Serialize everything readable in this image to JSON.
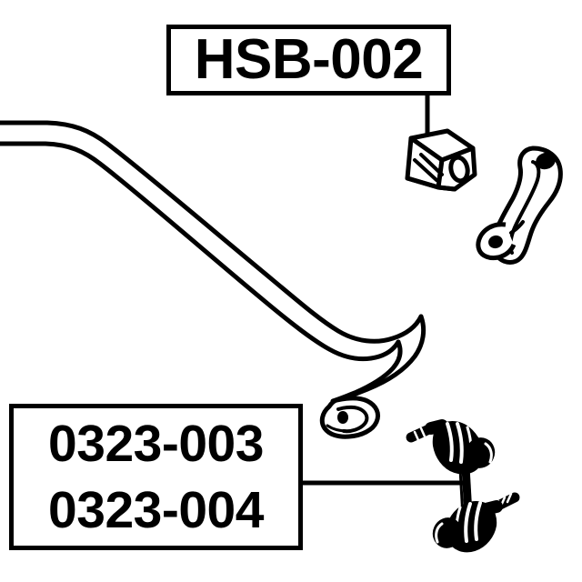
{
  "diagram": {
    "type": "automotive-parts-exploded-diagram",
    "subject": "Front stabilizer (sway) bar with bushing and stabilizer links",
    "background_color": "#ffffff",
    "line_color": "#000000",
    "callouts": [
      {
        "id": "hsb-bushing",
        "part_numbers": [
          "HSB-002"
        ],
        "points_to": "stabilizer-bar-bushing",
        "leader": "vertical line from box bottom down to bushing"
      },
      {
        "id": "stabilizer-link",
        "part_numbers": [
          "0323-003",
          "0323-004"
        ],
        "points_to": "stabilizer-link-assembly",
        "leader": "horizontal line from box right edge to link rod"
      }
    ],
    "labels": {
      "hsb_002": "HSB-002",
      "part_0323_003": "0323-003",
      "part_0323_004": "0323-004"
    },
    "parts": [
      {
        "name": "stabilizer-bar",
        "description": "long curved torsion bar with flattened end eye"
      },
      {
        "name": "stabilizer-bar-bushing",
        "description": "D-shaped split rubber bushing"
      },
      {
        "name": "stabilizer-bar-bracket",
        "description": "curved metal mounting bracket with two bolt holes"
      },
      {
        "name": "stabilizer-link-assembly",
        "description": "end link rod with two ball joints and threaded studs"
      }
    ]
  }
}
